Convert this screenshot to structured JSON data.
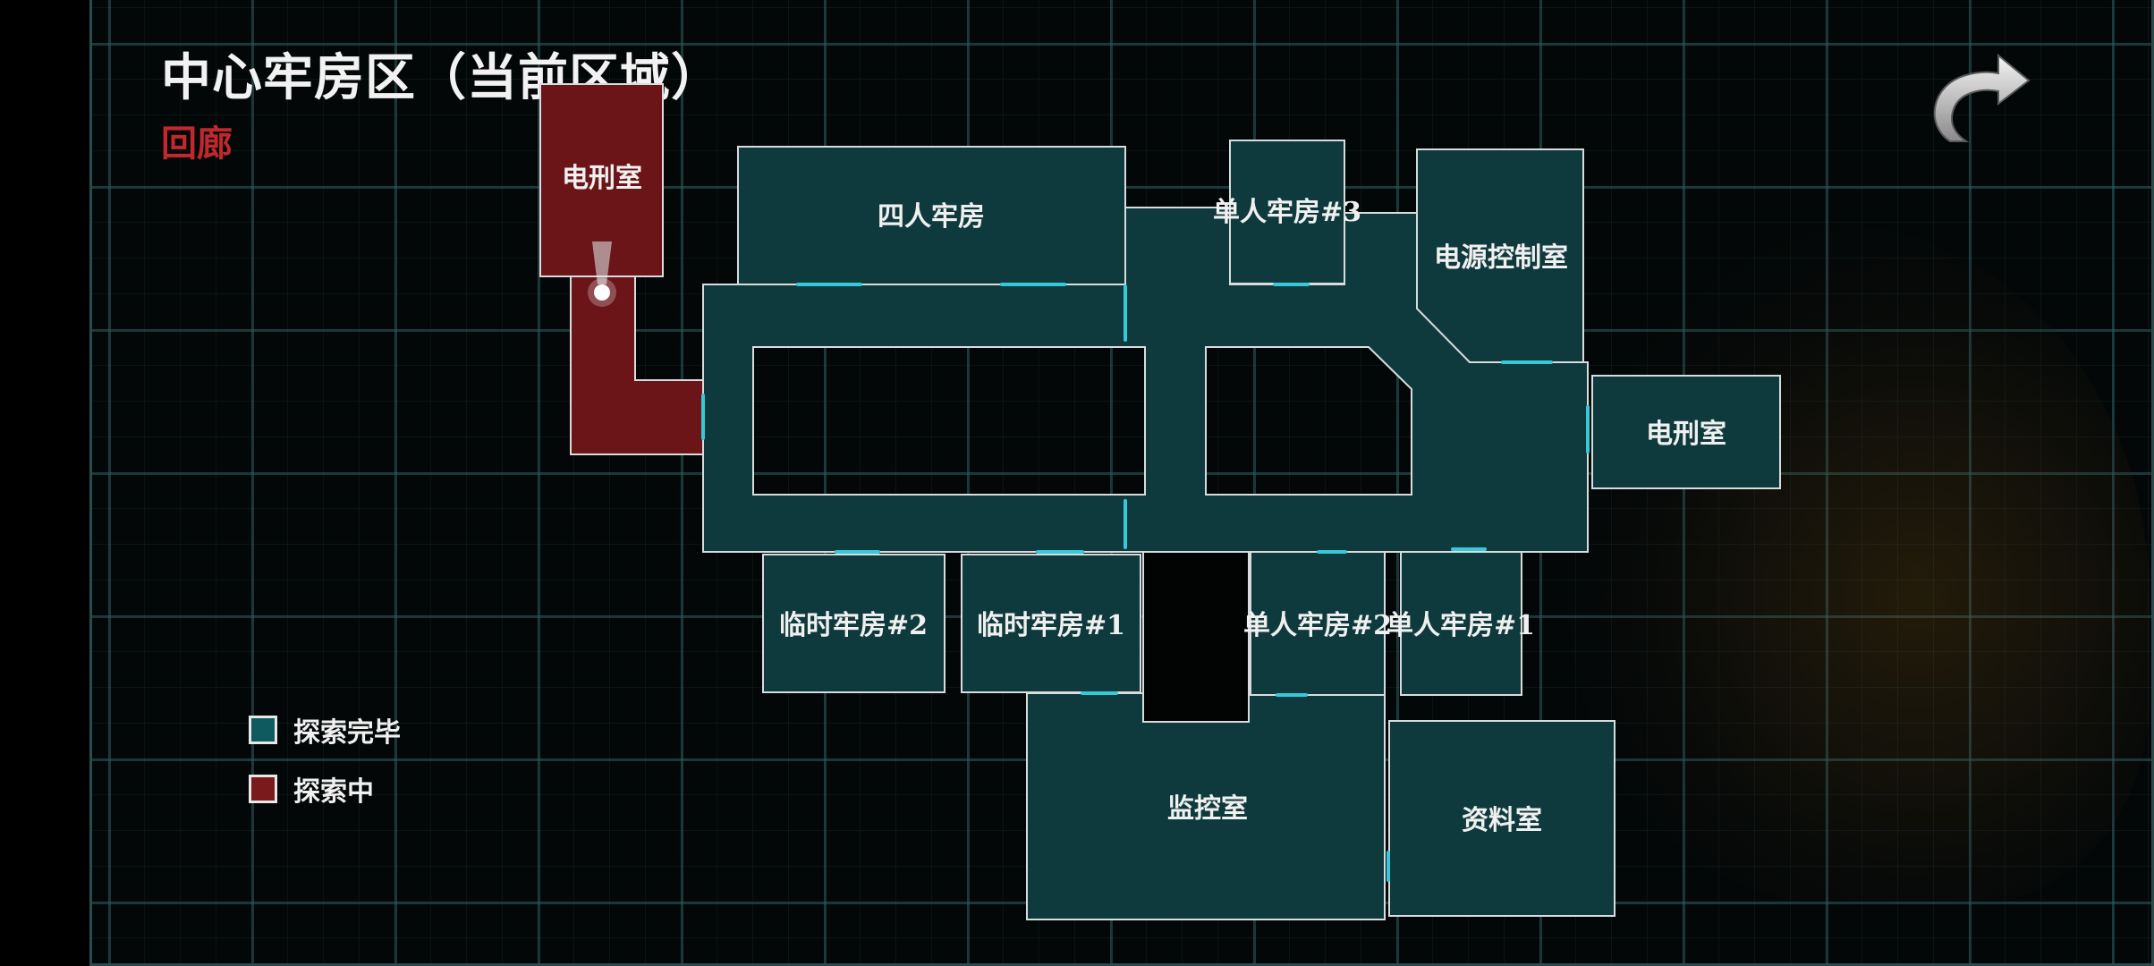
{
  "header": {
    "area_title": "中心牢房区（当前区域）",
    "current_location": "回廊"
  },
  "colors": {
    "explored": "#0f3a3d",
    "exploring": "#6b1518",
    "room_border": "#d8dcdc",
    "door": "#36c9d9",
    "location_title": "#c0282c"
  },
  "back_button": {
    "icon": "curved-arrow-back-icon"
  },
  "rooms": {
    "shock_room_top": "电刑室",
    "four_person_cell": "四人牢房",
    "single_cell_3": "单人牢房#3",
    "power_control_room": "电源控制室",
    "shock_room_right": "电刑室",
    "temp_cell_2": "临时牢房#2",
    "temp_cell_1": "临时牢房#1",
    "single_cell_2": "单人牢房#2",
    "single_cell_1": "单人牢房#1",
    "monitor_room": "监控室",
    "records_room": "资料室"
  },
  "legend": {
    "explored_label": "探索完毕",
    "exploring_label": "探索中"
  }
}
